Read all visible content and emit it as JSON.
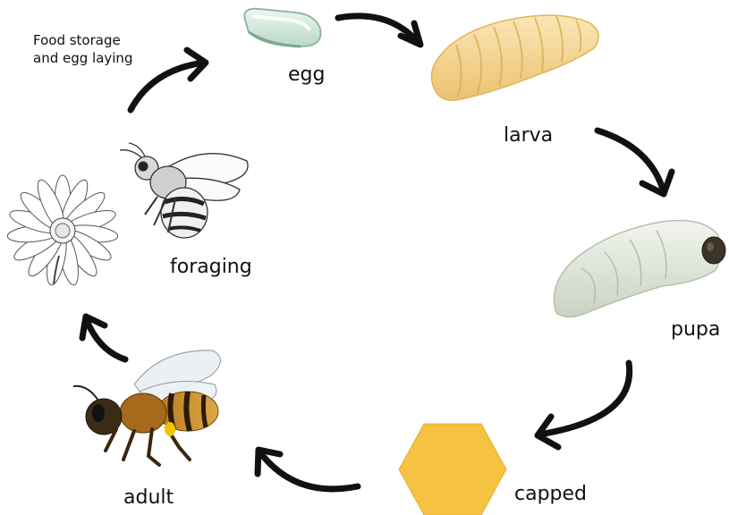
{
  "stages": {
    "egg": "egg",
    "larva": "larva",
    "pupa": "pupa",
    "capped": "capped",
    "adult": "adult",
    "foraging": "foraging"
  },
  "note": {
    "line1": "Food storage",
    "line2": "and egg laying"
  },
  "colors": {
    "arrow": "#111111",
    "egg": "#d7ece3",
    "larva": "#f5d79a",
    "pupa": "#e4ebe0",
    "capped": "#f5c242",
    "bee_body": "#c8912f",
    "sketch": "#3a3a3a"
  }
}
